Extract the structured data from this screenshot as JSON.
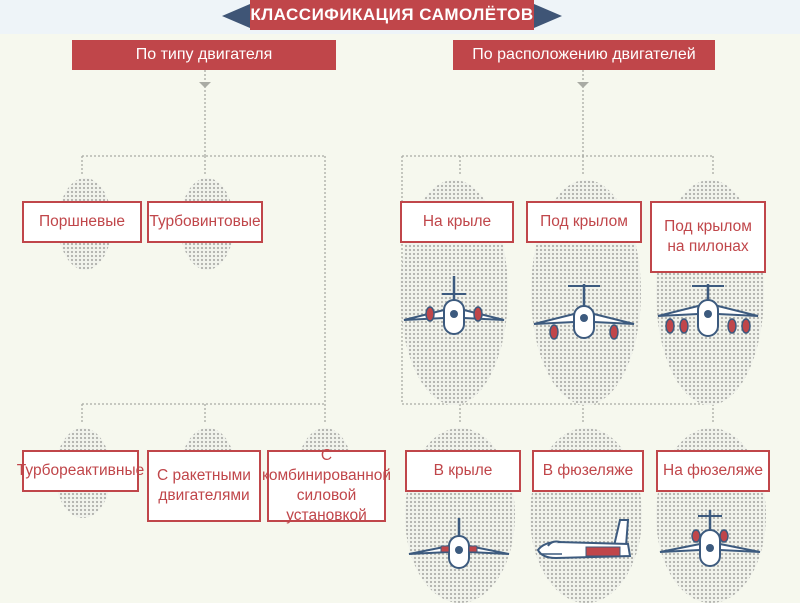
{
  "title": "КЛАССИФИКАЦИЯ САМОЛЁТОВ",
  "groups": {
    "engine_type": {
      "label": "По типу двигателя",
      "items": [
        "Поршневые",
        "Турбовинтовые",
        "Турбореактивные",
        "С ракетными двигателями",
        "С комбинированной силовой установкой"
      ]
    },
    "engine_position": {
      "label": "По расположению двигателей",
      "items": [
        "На крыле",
        "Под крылом",
        "Под крылом на пилонах",
        "В крыле",
        "В фюзеляже",
        "На фюзеляже"
      ]
    }
  },
  "colors": {
    "accent": "#c0464a",
    "ribbon": "#3f5576",
    "plane_outline": "#3c5a7e",
    "connector": "#a9aba4"
  }
}
